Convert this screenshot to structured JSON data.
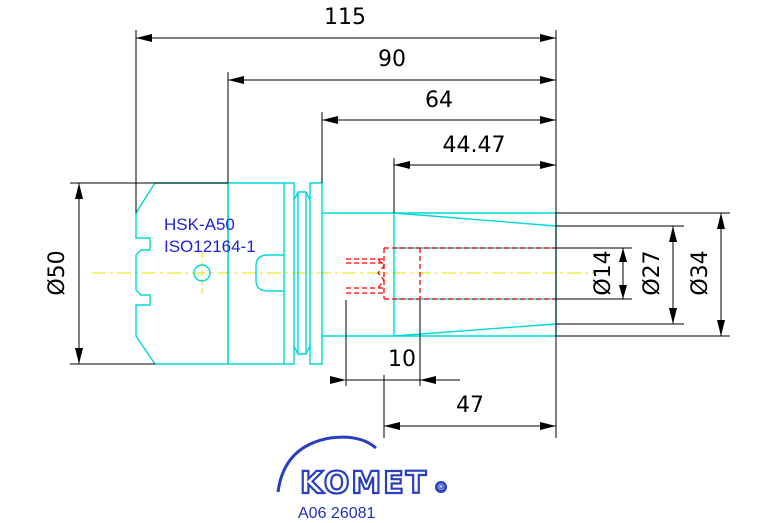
{
  "drawing": {
    "dimensions": {
      "overall_length": "115",
      "length_90": "90",
      "length_64": "64",
      "length_44_47": "44.47",
      "diameter_50": "Ø50",
      "diameter_14": "Ø14",
      "diameter_27": "Ø27",
      "diameter_34": "Ø34",
      "depth_10": "10",
      "depth_47": "47"
    },
    "spec": {
      "interface": "HSK-A50",
      "standard": "ISO12164-1"
    },
    "brand": {
      "name": "KOMET",
      "trademark": "®",
      "part_number": "A06 26081"
    },
    "colors": {
      "outline": "#00d8d8",
      "centerline": "#e6e600",
      "hidden_bore": "#ff0000",
      "dimension": "#000000",
      "brand": "#2a3fbf"
    }
  }
}
